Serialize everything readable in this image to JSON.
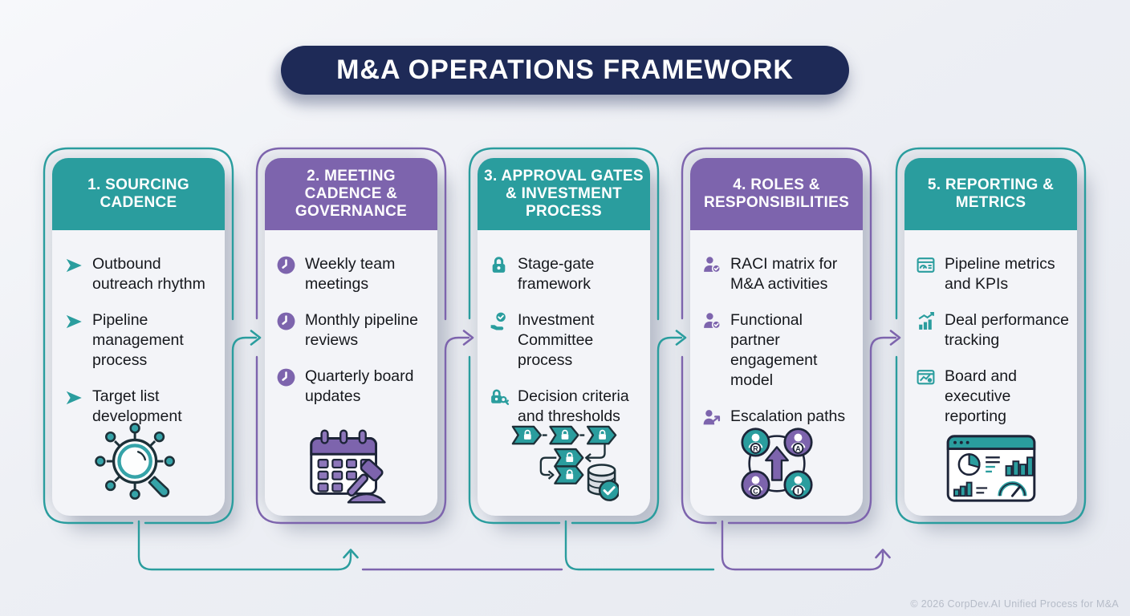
{
  "colors": {
    "navy": "#1E2A57",
    "teal": "#2A9D9E",
    "purple": "#7D64AD",
    "background": "#EDEFF4"
  },
  "title": "M&A OPERATIONS FRAMEWORK",
  "footer": "© 2026 CorpDev.AI Unified Process for M&A",
  "cards": [
    {
      "title": "1. SOURCING CADENCE",
      "theme": "teal",
      "illustration": "search-network",
      "items": [
        {
          "icon": "arrow-bullet",
          "text": "Outbound outreach rhythm"
        },
        {
          "icon": "arrow-bullet",
          "text": "Pipeline management process"
        },
        {
          "icon": "arrow-bullet",
          "text": "Target list development"
        }
      ]
    },
    {
      "title": "2. MEETING CADENCE & GOVERNANCE",
      "theme": "purple",
      "illustration": "calendar-gavel",
      "items": [
        {
          "icon": "clock",
          "text": "Weekly team meetings"
        },
        {
          "icon": "clock",
          "text": "Monthly pipeline reviews"
        },
        {
          "icon": "clock",
          "text": "Quarterly board updates"
        }
      ]
    },
    {
      "title": "3. APPROVAL GATES & INVESTMENT PROCESS",
      "theme": "teal",
      "illustration": "stage-gate-flow",
      "items": [
        {
          "icon": "lock",
          "text": "Stage-gate framework"
        },
        {
          "icon": "hand-check",
          "text": "Investment Committee process"
        },
        {
          "icon": "lock-key",
          "text": "Decision criteria and thresholds"
        }
      ]
    },
    {
      "title": "4. ROLES & RESPONSIBILITIES",
      "theme": "purple",
      "illustration": "raci-circle",
      "items": [
        {
          "icon": "person-badge",
          "text": "RACI matrix for M&A activities"
        },
        {
          "icon": "person-badge",
          "text": "Functional partner engagement model"
        },
        {
          "icon": "person-arrow",
          "text": "Escalation paths"
        }
      ]
    },
    {
      "title": "5. REPORTING & METRICS",
      "theme": "teal",
      "illustration": "dashboard",
      "items": [
        {
          "icon": "dashboard-window",
          "text": "Pipeline metrics and KPIs"
        },
        {
          "icon": "chart-up",
          "text": "Deal performance tracking"
        },
        {
          "icon": "report-chart",
          "text": "Board and executive reporting"
        }
      ]
    }
  ],
  "raci_letters": {
    "r": "R",
    "a": "A",
    "c": "C",
    "i": "I"
  }
}
